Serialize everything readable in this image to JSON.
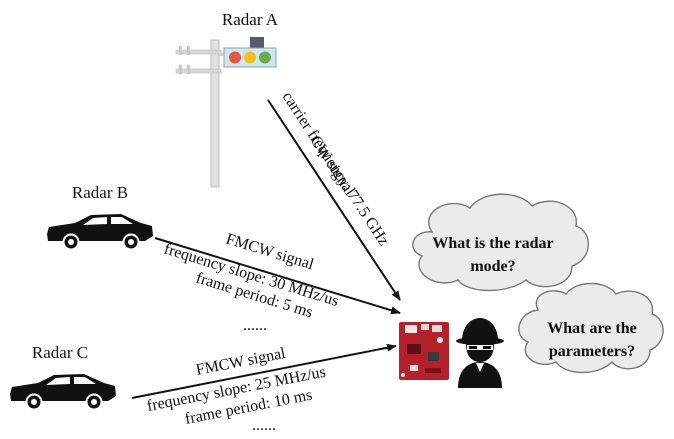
{
  "radars": {
    "a": {
      "label": "Radar A"
    },
    "b": {
      "label": "Radar B"
    },
    "c": {
      "label": "Radar C"
    }
  },
  "signals": {
    "a": {
      "type": "CW signal",
      "param1": "carrier frequency: 77.5 GHz"
    },
    "b": {
      "type": "FMCW signal",
      "param1": "frequency slope:  30 MHz/us",
      "param2": "frame period: 5 ms",
      "more": "......"
    },
    "c": {
      "type": "FMCW signal",
      "param1": "frequency slope:  25 MHz/us",
      "param2": "frame period: 10 ms",
      "more": "......"
    }
  },
  "clouds": {
    "mode": {
      "line1": "What is the radar",
      "line2": "mode?"
    },
    "params": {
      "line1": "What are the",
      "line2": "parameters?"
    }
  },
  "icons": {
    "traffic_light": "traffic-light-icon",
    "car": "car-icon",
    "board": "radar-board-icon",
    "spy": "spy-icon"
  },
  "colors": {
    "light_red": "#e8553f",
    "light_yellow": "#f2c21b",
    "light_green": "#6aaa4b",
    "board": "#b5202a",
    "cloud_fill": "#ebebeb"
  }
}
